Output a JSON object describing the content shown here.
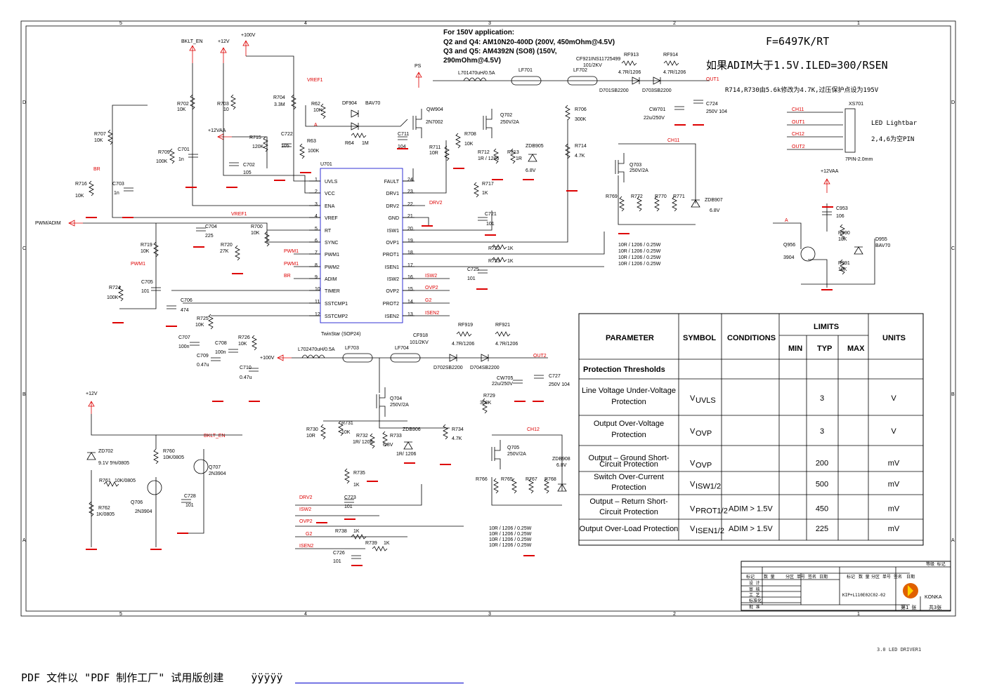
{
  "page_title": "3.0 LED DRIVER1",
  "footer_text": "PDF 文件以 \"PDF 制作工厂\" 试用版创建",
  "footer_link": "ÿÿÿÿÿ",
  "notes": {
    "app_title": "For 150V application:",
    "app_q24": "Q2 and Q4: AM10N20-400D (200V, 450mOhm@4.5V)",
    "app_q35a": "Q3 and Q5: AM4392N (SO8) (150V,",
    "app_q35b": "290mOhm@4.5V)",
    "freq": "F=6497K/RT",
    "adim": "如果ADIM大于1.5V.ILED=300/RSEN",
    "ovp": "R714,R730由5.6k修改为4.7K,过压保护点设为195V",
    "lightbar": "LED Lightbar",
    "nc_pins": "2,4,6为空PIN"
  },
  "ic": {
    "ref": "U701",
    "name": "TwinStar (SOP24)",
    "pins_left": [
      "UVLS",
      "VCC",
      "ENA",
      "VREF",
      "RT",
      "SYNC",
      "PWM1",
      "PWM2",
      "ADIM",
      "TIMER",
      "SSTCMP1",
      "SSTCMP2"
    ],
    "pins_right": [
      "FAULT",
      "DRV1",
      "DRV2",
      "GND",
      "ISW1",
      "OVP1",
      "PROT1",
      "ISEN1",
      "ISW2",
      "OVP2",
      "PROT2",
      "ISEN2"
    ]
  },
  "nets": {
    "bklt_en": "BKLT_EN",
    "v12": "+12V",
    "v100": "+100V",
    "v12aa": "+12VAA",
    "vref1": "VREF1",
    "pwm_adim": "PWM/ADIM",
    "br": "BR",
    "pwm1": "PWM1",
    "ps": "PS",
    "a": "A",
    "out1": "OUT1",
    "out2": "OUT2",
    "ch11": "CH11",
    "ch12": "CH12",
    "drv2": "DRV2",
    "isw2": "ISW2",
    "ovp2": "OVP2",
    "g2": "G2",
    "isen2": "ISEN2"
  },
  "parts": {
    "r702": "R702",
    "r702v": "10K",
    "r703": "R703",
    "r703v": "10",
    "r704": "R704",
    "r704v": "3.3M",
    "r707": "R707",
    "r707v": "10K",
    "r709": "R709",
    "r709v": "100K",
    "c701": "C701",
    "c701v": "1n",
    "r715": "R715",
    "r715v": "120K",
    "c722": "C722",
    "c722v": "105",
    "c702": "C702",
    "c702v": "105",
    "r62": "R62",
    "r62v": "10K",
    "r63": "R63",
    "r63v": "100K",
    "df904": "DF904",
    "bav70": "BAV70",
    "r64": "R64",
    "r64v": "1M",
    "c711": "C711",
    "c711v": "104",
    "qw904": "QW904",
    "qw904v": "2N7002",
    "r711": "R711",
    "r711v": "10R",
    "l701": "L701470uH/0.5A",
    "lf701": "LF701",
    "lf702": "LF702",
    "cf921": "CF921INS11725499",
    "cf921v": "101/2KV",
    "rf913": "RF913",
    "rf913v": "4.7R/1206",
    "rf914": "RF914",
    "rf914v": "4.7R/1206",
    "d701": "D701SB2200",
    "d703": "D703SB2200",
    "cw701": "CW701",
    "cw701v": "22u/250V",
    "c724": "C724",
    "c724v": "250V 104",
    "q702": "Q702",
    "q702v": "250V/2A",
    "r708": "R708",
    "r708v": "10K",
    "r712": "R712",
    "r712v": "1R / 1206",
    "r713": "R713",
    "r713v": "1R",
    "zdb905": "ZDB905",
    "zdb905v": "6.8V",
    "r706": "R706",
    "r706v": "300K",
    "r714": "R714",
    "r714v": "4.7K",
    "q703": "Q703",
    "q703v": "250V/2A",
    "r717": "R717",
    "r717v": "1K",
    "c721": "C721",
    "c721v": "101",
    "r769": "R769",
    "r772": "R772",
    "r770": "R770",
    "r771": "R771",
    "zdb907": "ZDB907",
    "zdb907v": "6.8V",
    "rsen": "10R / 1206 / 0.25W",
    "r716": "R716",
    "r716v": "10K",
    "c703": "C703",
    "c703v": "1n",
    "c704": "C704",
    "c704v": "225",
    "r700": "R700",
    "r700v": "10K",
    "r720": "R720",
    "r720v": "27K",
    "r719": "R719",
    "r719v": "10K",
    "r724": "R724",
    "r724v": "100K",
    "c705": "C705",
    "c705v": "101",
    "c706": "C706",
    "c706v": "474",
    "r725": "R725",
    "r725v": "10K",
    "c707": "C707",
    "c707v": "100n",
    "c708": "C708",
    "c708v": "100n",
    "c709": "C709",
    "c709v": "0.47u",
    "r726": "R726",
    "r726v": "10K",
    "c710": "C710",
    "c710v": "0.47u",
    "r722": "R722",
    "r722v": "1K",
    "r723": "R723",
    "r723v": "1K",
    "c725": "C725",
    "c725v": "101",
    "xs701": "XS701",
    "xs701v": "7PIN-2.0mm",
    "c953": "C953",
    "c953v": "106",
    "r990": "R990",
    "r990v": "10K",
    "d955": "D955",
    "d955v": "BAV70",
    "q956": "Q956",
    "q956v": "3904",
    "r991": "R991",
    "r991v": "10K",
    "l702": "L702470uH/0.5A",
    "lf703": "LF703",
    "lf704": "LF704",
    "cf918": "CF918",
    "cf918v": "101/2KV",
    "rf919": "RF919",
    "rf919v": "4.7R/1206",
    "rf921": "RF921",
    "rf921v": "4.7R/1206",
    "d702": "D702SB2200",
    "d704": "D704SB2200",
    "cw705": "CW705",
    "cw705v": "22u/250V",
    "c727": "C727",
    "c727v": "250V 104",
    "r729": "R729",
    "r729v": "300K",
    "q704": "Q704",
    "q704v": "250V/2A",
    "r730": "R730",
    "r730v": "10R",
    "r731": "R731",
    "r731v": "10K",
    "r732": "R732",
    "r732v": "1R/ 1206",
    "r733": "R733",
    "r733v": "6.8V",
    "zdb906": "ZDB906",
    "zdb906v": "1R/ 1206",
    "r734": "R734",
    "r734v": "4.7K",
    "r735": "R735",
    "r735v": "1K",
    "c723": "C723",
    "c723v": "101",
    "q705": "Q705",
    "q705v": "250V/2A",
    "zdb908": "ZDB908",
    "zdb908v": "6.8V",
    "r766": "R766",
    "r765": "R765",
    "r767": "R767",
    "r768": "R768",
    "r738": "R738",
    "r738v": "1K",
    "r739": "R739",
    "r739v": "1K",
    "c726": "C726",
    "c726v": "101",
    "zd702": "ZD702",
    "zd702v": "9.1V  5%/0805",
    "r760": "R760",
    "r760v": "10K/0805",
    "q707": "Q707",
    "q707v": "2N3904",
    "r761": "R761",
    "r761v": "10K/0805",
    "q706": "Q706",
    "q706v": "2N3904",
    "c728": "C728",
    "c728v": "101",
    "r762": "R762",
    "r762v": "1K/0805"
  },
  "table": {
    "headers": [
      "PARAMETER",
      "SYMBOL",
      "CONDITIONS",
      "LIMITS",
      "UNITS"
    ],
    "sub_headers": [
      "MIN",
      "TYP",
      "MAX"
    ],
    "section": "Protection Thresholds",
    "rows": [
      {
        "param1": "Line Voltage Under-Voltage",
        "param2": "Protection",
        "symbol": "V",
        "sub": "UVLS",
        "cond": "",
        "typ": "3",
        "unit": "V"
      },
      {
        "param1": "Output Over-Voltage",
        "param2": "Protection",
        "symbol": "V",
        "sub": "OVP",
        "cond": "",
        "typ": "3",
        "unit": "V"
      },
      {
        "param1": "Output – Ground Short-",
        "param2": "Circuit Protection",
        "symbol": "V",
        "sub": "OVP",
        "cond": "",
        "typ": "200",
        "unit": "mV"
      },
      {
        "param1": "Switch Over-Current",
        "param2": "Protection",
        "symbol": "V",
        "sub": "ISW1/2",
        "cond": "",
        "typ": "500",
        "unit": "mV"
      },
      {
        "param1": "Output – Return Short-",
        "param2": "Circuit Protection",
        "symbol": "V",
        "sub": "PROT1/2",
        "cond": "ADIM > 1.5V",
        "typ": "450",
        "unit": "mV"
      },
      {
        "param1": "Output Over-Load Protection",
        "param2": "",
        "symbol": "V",
        "sub": "ISEN1/2",
        "cond": "ADIM > 1.5V",
        "typ": "225",
        "unit": "mV"
      }
    ]
  },
  "title_block": {
    "doc_no": "KIP+L110E02C02-02",
    "brand": "KONKA",
    "sheet": "第1 张",
    "total": "共3张",
    "grade": "等级 标记",
    "rows_left": [
      "标记",
      "数 量"
    ],
    "roles": [
      "设 计",
      "审 核",
      "工 艺",
      "标准化",
      "批 准"
    ],
    "cols": [
      "分区",
      "单号",
      "签名",
      "日期"
    ]
  },
  "border_cols": [
    "5",
    "4",
    "3",
    "2",
    "1"
  ],
  "border_rows": [
    "D",
    "C",
    "B",
    "A"
  ]
}
